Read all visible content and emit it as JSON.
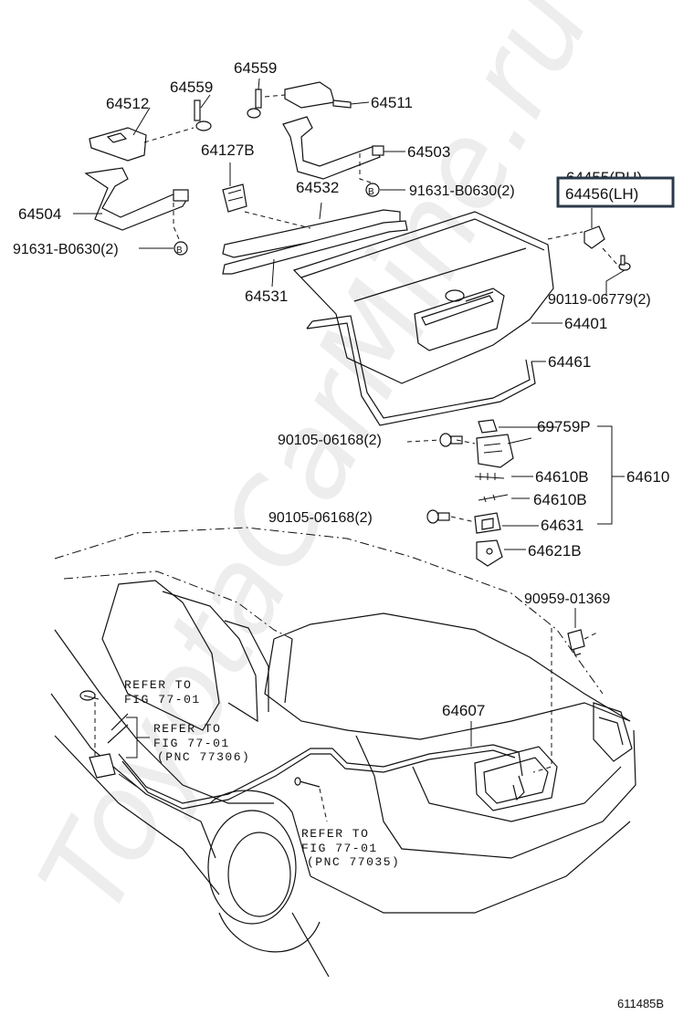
{
  "watermark": "ToyotaCarMine.ru",
  "figure_id": "611485B",
  "part_labels": {
    "p64559a": "64559",
    "p64559b": "64559",
    "p64512": "64512",
    "p64511": "64511",
    "p64127B": "64127B",
    "p64503": "64503",
    "p64455": "64455(RH)",
    "p64456": "64456(LH)",
    "p64532": "64532",
    "p91631a": "91631-B0630(2)",
    "p64504": "64504",
    "p91631b": "91631-B0630(2)",
    "p64531": "64531",
    "p90119": "90119-06779(2)",
    "p64401": "64401",
    "p64461": "64461",
    "p69759P": "69759P",
    "p90105a": "90105-06168(2)",
    "p64610B_a": "64610B",
    "p64610": "64610",
    "p64610B_b": "64610B",
    "p90105b": "90105-06168(2)",
    "p64631": "64631",
    "p64621B": "64621B",
    "p90959": "90959-01369",
    "p64607": "64607"
  },
  "bolt_marker": "B",
  "refs": {
    "ref1": [
      "REFER TO",
      "FIG 77-01"
    ],
    "ref2": [
      "REFER TO",
      "FIG 77-01",
      "(PNC 77306)"
    ],
    "ref3": [
      "REFER TO",
      "FIG 77-01",
      "(PNC 77035)"
    ]
  }
}
